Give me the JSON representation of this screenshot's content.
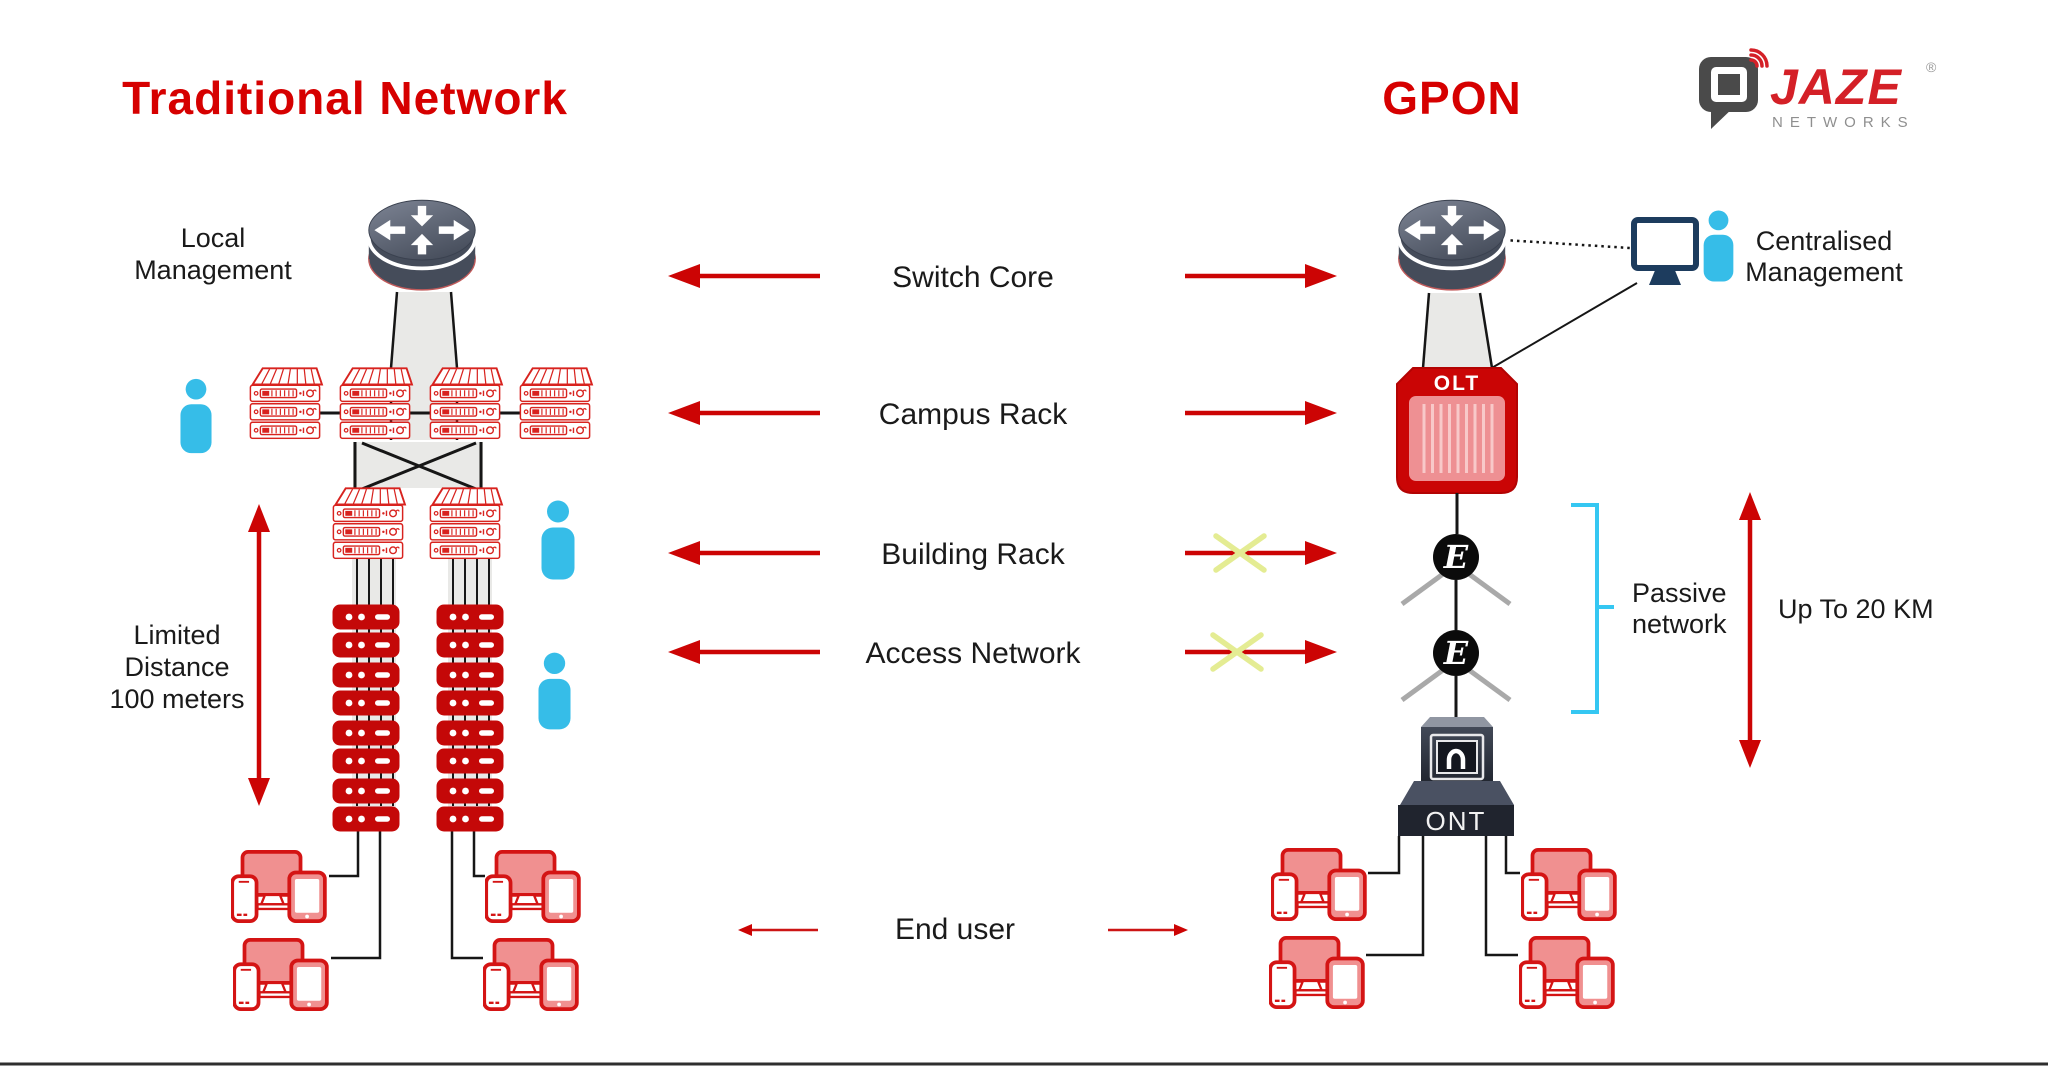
{
  "diagram": {
    "left": {
      "title": "Traditional Network",
      "local_management": {
        "line1": "Local",
        "line2": "Management"
      },
      "limited_distance": {
        "line1": "Limited",
        "line2": "Distance",
        "line3": "100 meters"
      }
    },
    "center": {
      "switch_core": "Switch Core",
      "campus_rack": "Campus Rack",
      "building_rack": "Building Rack",
      "access_network": "Access Network",
      "end_user": "End user"
    },
    "right": {
      "title": "GPON",
      "centralised_management": {
        "line1": "Centralised",
        "line2": "Management"
      },
      "olt_label": "OLT",
      "splitter_label": "E",
      "passive_network": {
        "line1": "Passive",
        "line2": "network"
      },
      "distance_label": "Up To 20 KM",
      "ont_label": "ONT"
    },
    "logo": {
      "brand": "JAZE",
      "registered": "®",
      "subtitle": "NETWORKS"
    },
    "colors": {
      "title_red": "#d60000",
      "arrow_red": "#cc0404",
      "rack_outline_red": "#d8231f",
      "solid_server_red": "#c40808",
      "device_red": "#d41414",
      "device_fill_pink": "#f09090",
      "olt_red": "#ca0505",
      "olt_panel_pink": "#ee9093",
      "person_cyan": "#36bde8",
      "bracket_cyan": "#35c7f2",
      "monitor_navy": "#1d3c5e",
      "router_gray": "#525a68",
      "band_gray": "#e9e9e7",
      "x_mark_yellow": "#e4ec93",
      "text_black": "#1a1a1a",
      "brand_red": "#d42027",
      "brand_gray": "#4a4a4a"
    },
    "icons": [
      "router-icon",
      "switch-rack-icon",
      "server-unit-icon",
      "user-icon",
      "monitor-icon",
      "splitter-icon",
      "olt-icon",
      "ont-icon",
      "end-user-devices-icon",
      "speech-bubble-icon",
      "wifi-signal-icon",
      "left-arrow-icon",
      "right-arrow-icon",
      "double-arrow-icon",
      "x-mark-icon",
      "bracket-icon"
    ]
  }
}
